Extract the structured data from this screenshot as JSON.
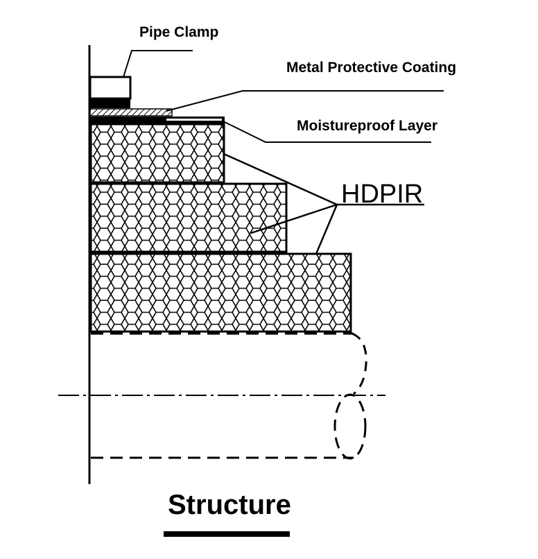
{
  "diagram": {
    "labels": {
      "pipe_clamp": "Pipe Clamp",
      "metal_coating": "Metal Protective Coating",
      "moistureproof": "Moistureproof Layer",
      "hdpir": "HDPIR"
    },
    "title": "Structure"
  }
}
